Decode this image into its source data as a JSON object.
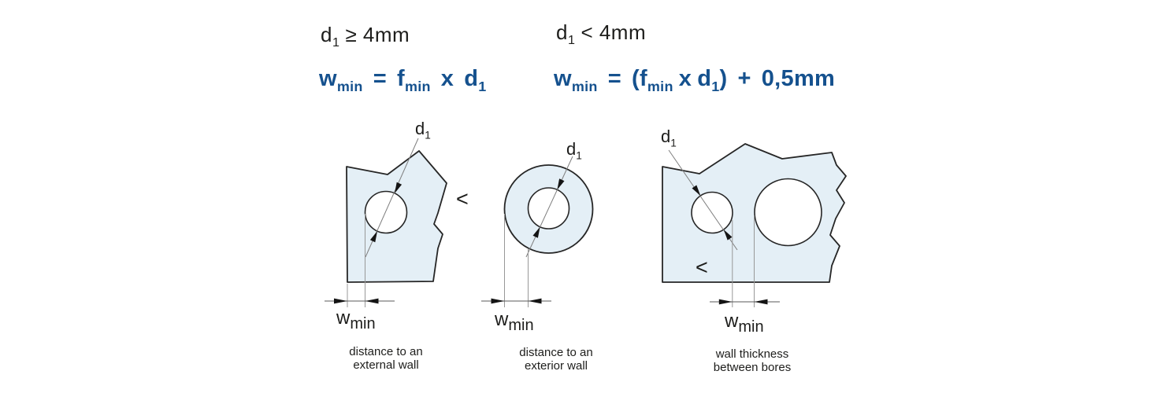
{
  "colors": {
    "formula_blue": "#15518E",
    "workpiece_fill": "#E4EFF6",
    "outline": "#262626",
    "dimension_gray": "#8C8C8C",
    "text_black": "#1D1D1B"
  },
  "conditions": {
    "left": {
      "var_base": "d",
      "var_sub": "1",
      "relation": "≥ 4mm"
    },
    "right": {
      "var_base": "d",
      "var_sub": "1",
      "relation": "< 4mm"
    }
  },
  "formulas": {
    "left": {
      "lhs_base": "w",
      "lhs_sub": "min",
      "equals": "=",
      "f_base": "f",
      "f_sub": "min",
      "times": "x",
      "d_base": "d",
      "d_sub": "1"
    },
    "right": {
      "lhs_base": "w",
      "lhs_sub": "min",
      "equals": "=",
      "open_paren": "(",
      "f_base": "f",
      "f_sub": "min",
      "times": "x",
      "d_base": "d",
      "d_sub": "1",
      "close_paren": ")",
      "plus": "+",
      "constant": "0,5mm"
    }
  },
  "comparators": {
    "between_diagrams": "<",
    "inside_right_diagram": "<"
  },
  "diagrams": [
    {
      "id": "external-wall",
      "bore_label_base": "d",
      "bore_label_sub": "1",
      "dim_label_base": "w",
      "dim_label_sub": "min",
      "caption_line1": "distance to an",
      "caption_line2": "external wall"
    },
    {
      "id": "exterior-wall",
      "bore_label_base": "d",
      "bore_label_sub": "1",
      "dim_label_base": "w",
      "dim_label_sub": "min",
      "caption_line1": "distance to an",
      "caption_line2": "exterior wall"
    },
    {
      "id": "between-bores",
      "bore_label_base": "d",
      "bore_label_sub": "1",
      "dim_label_base": "w",
      "dim_label_sub": "min",
      "caption_line1": "wall thickness",
      "caption_line2": "between bores"
    }
  ]
}
